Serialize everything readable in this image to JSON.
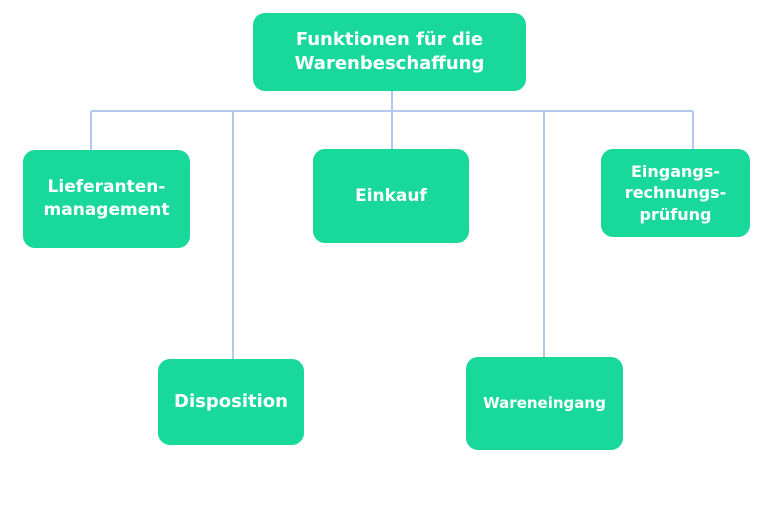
{
  "diagram": {
    "root": {
      "label": "Funktionen für die\nWarenbeschaffung"
    },
    "children": [
      {
        "id": "lieferantenmanagement",
        "label": "Lieferanten-\nmanagement"
      },
      {
        "id": "disposition",
        "label": "Disposition"
      },
      {
        "id": "einkauf",
        "label": "Einkauf"
      },
      {
        "id": "wareneingang",
        "label": "Wareneingang"
      },
      {
        "id": "eingangsrechnungspruefung",
        "label": "Eingangs-\nrechnungs-\nprüfung"
      }
    ]
  },
  "colors": {
    "node_fill": "#19d99a",
    "node_text": "#ffffff",
    "connector": "#b3c7ef"
  }
}
